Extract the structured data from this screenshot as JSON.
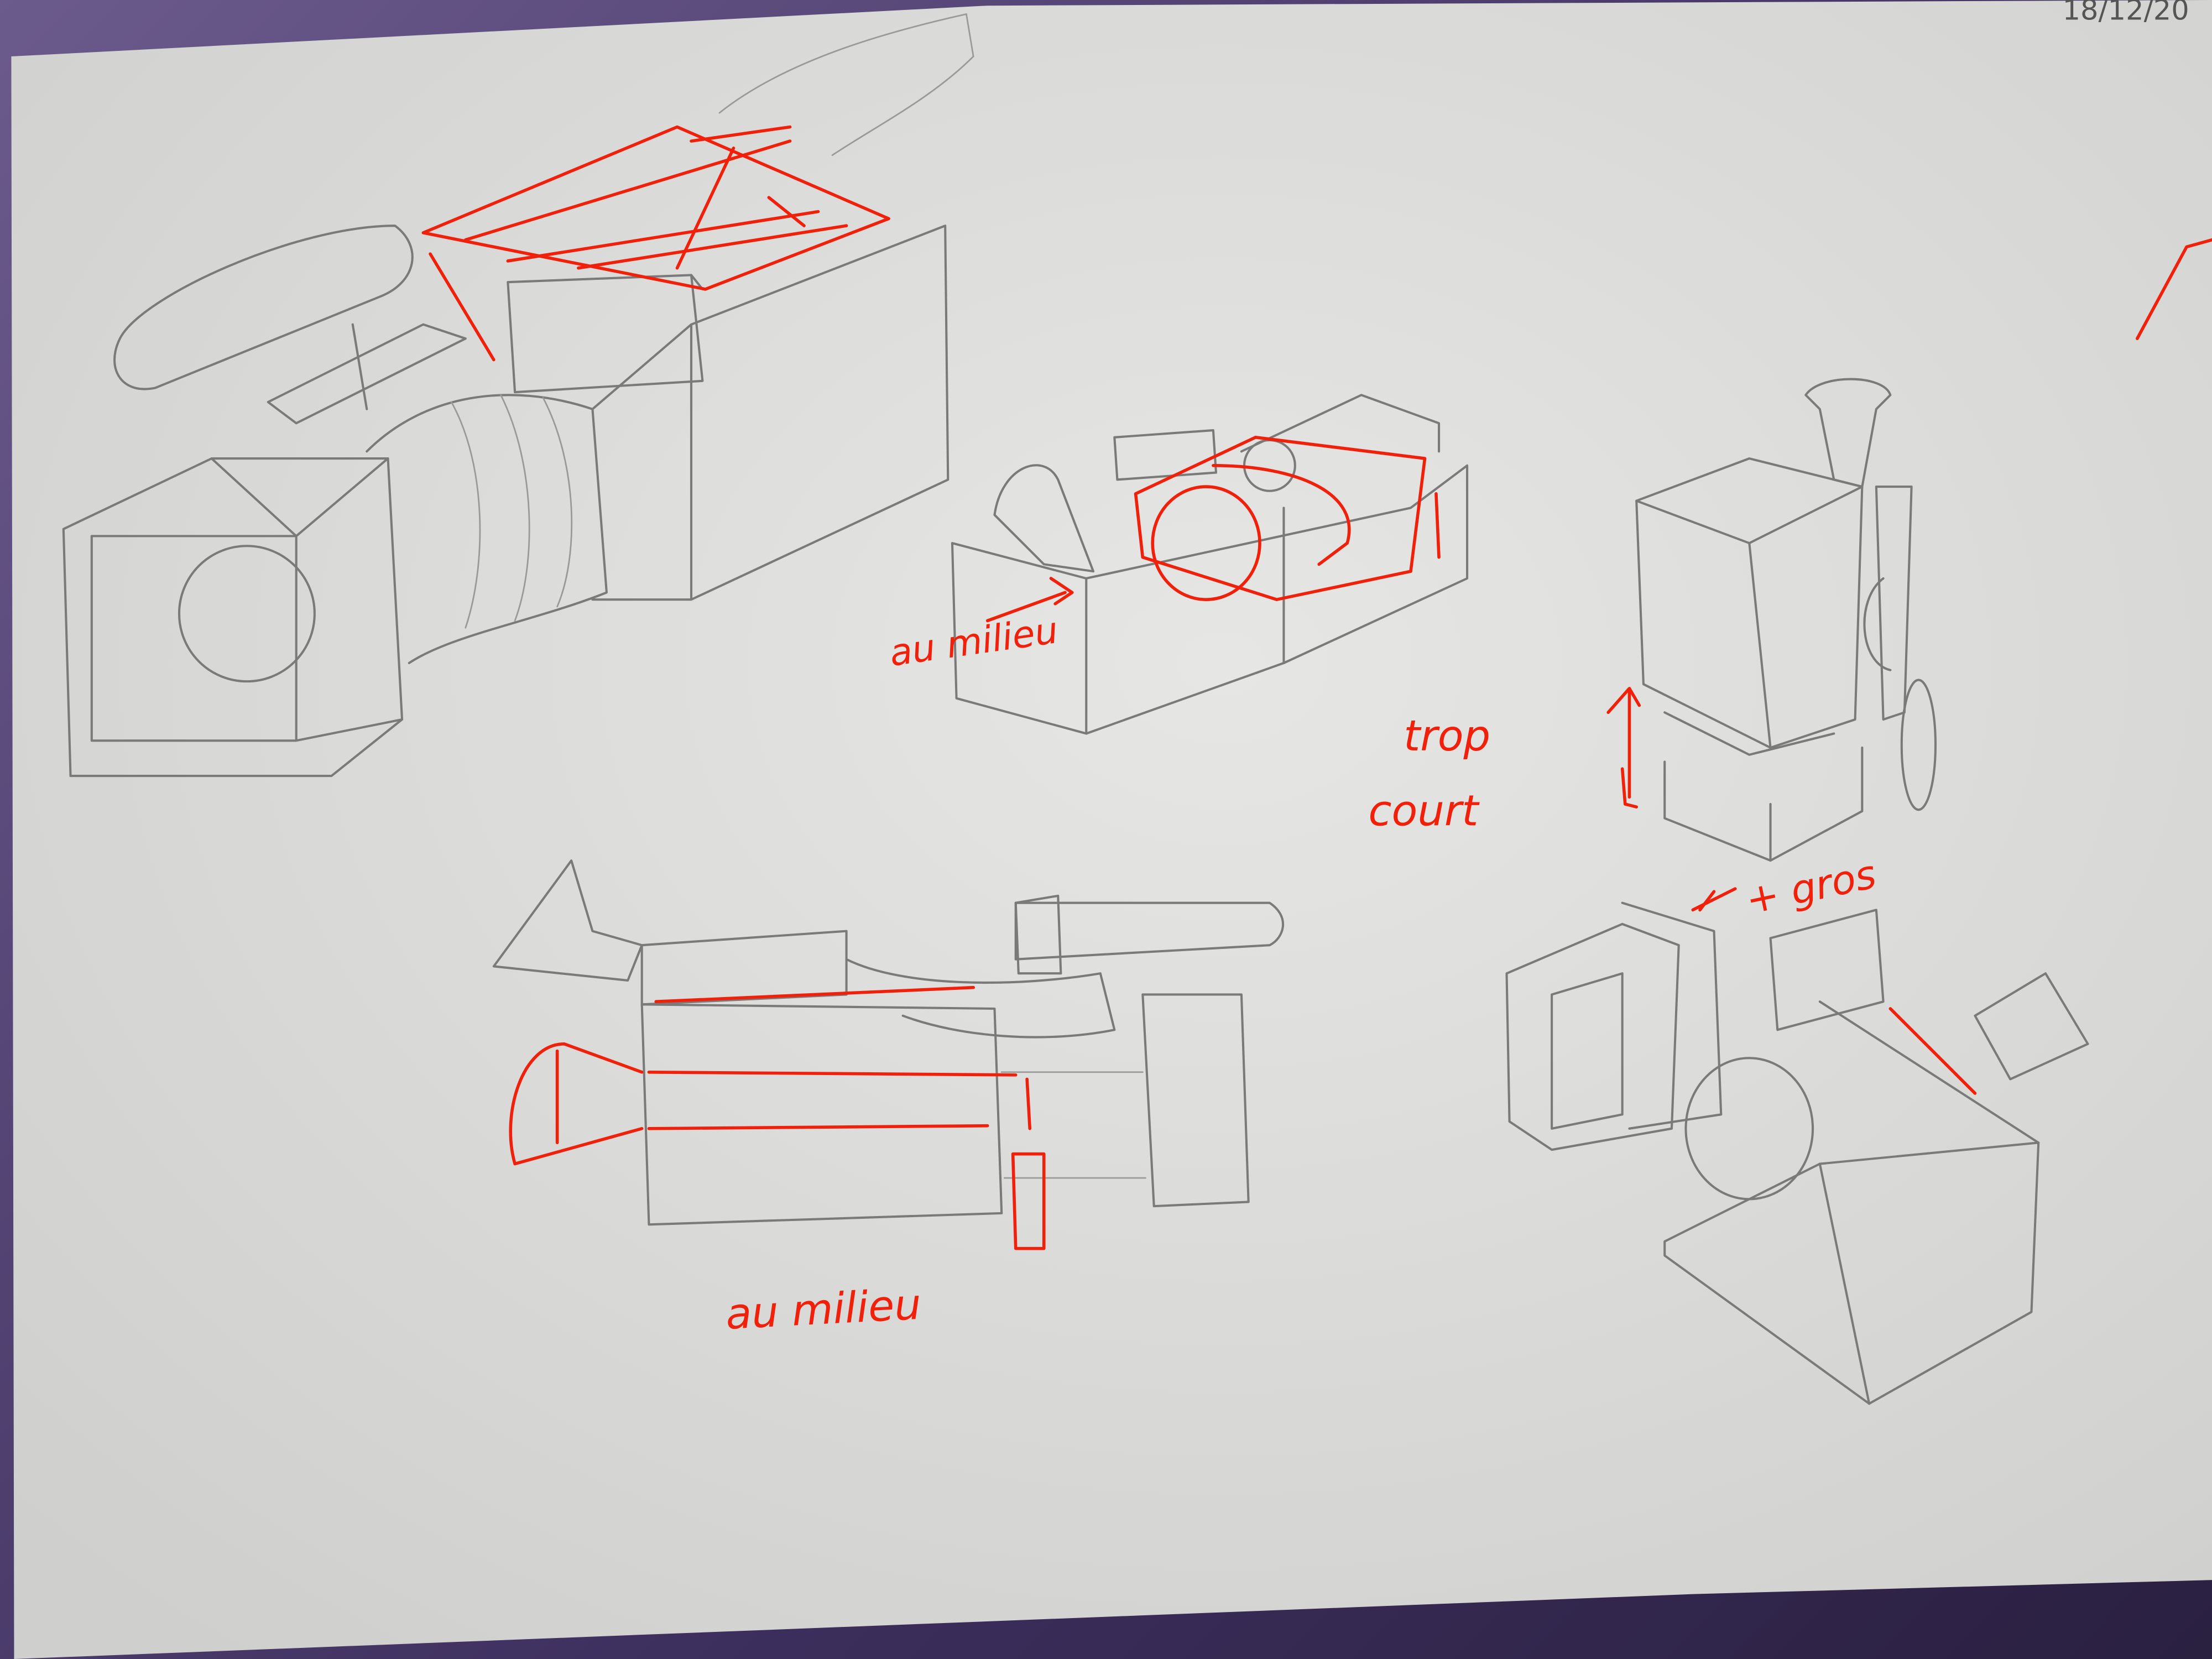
{
  "sheet": {
    "date": "18/12/20",
    "annotations": {
      "top_middle": "au milieu",
      "bottom_middle": "au milieu",
      "right_line1": "trop",
      "right_line2": "court",
      "right_bottom": "+ gros"
    }
  },
  "colors": {
    "paper": "#dcdcdc",
    "pencil": "#7a7a7a",
    "red_ink": "#f0200a",
    "background": "#4a3a6e"
  }
}
